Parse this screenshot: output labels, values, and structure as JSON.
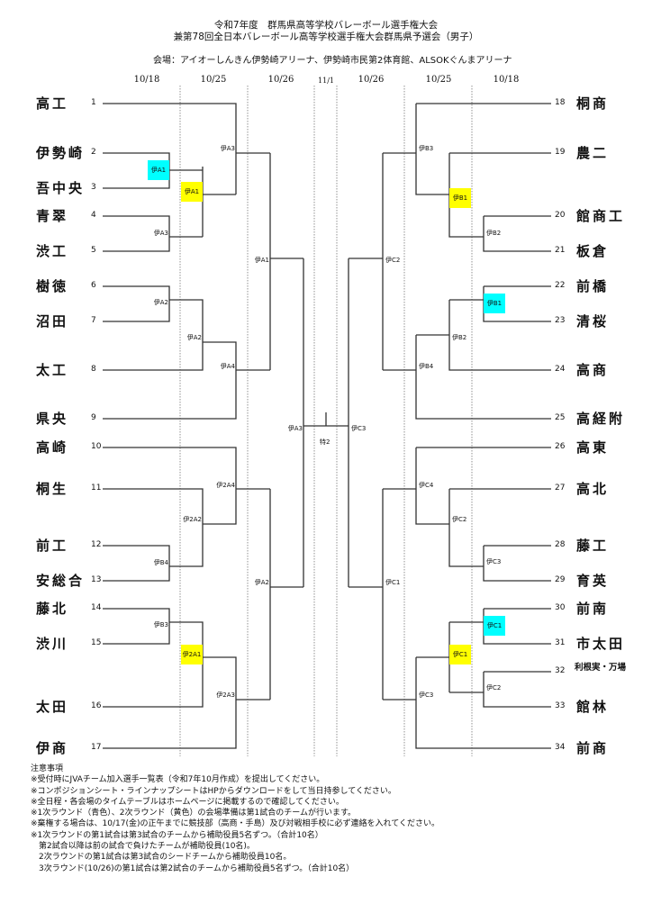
{
  "header": {
    "title_line1": "令和7年度　群馬県高等学校バレーボール選手権大会",
    "title_line2": "兼第78回全日本バレーボール高等学校選手権大会群馬県予選会（男子）",
    "venue": "会場：アイオーしんきん伊勢崎アリーナ、伊勢崎市民第2体育館、ALSOKぐんまアリーナ"
  },
  "dates": [
    "10/18",
    "10/25",
    "10/26",
    "11/1",
    "10/26",
    "10/25",
    "10/18"
  ],
  "colors": {
    "round1": "#00ffff",
    "round2": "#ffff00",
    "line": "#333333"
  },
  "left_teams": [
    {
      "no": "1",
      "name": "高工"
    },
    {
      "no": "2",
      "name": "伊勢崎"
    },
    {
      "no": "3",
      "name": "吾中央"
    },
    {
      "no": "4",
      "name": "青翠"
    },
    {
      "no": "5",
      "name": "渋工"
    },
    {
      "no": "6",
      "name": "樹徳"
    },
    {
      "no": "7",
      "name": "沼田"
    },
    {
      "no": "8",
      "name": "太工"
    },
    {
      "no": "9",
      "name": "県央"
    },
    {
      "no": "10",
      "name": "高崎"
    },
    {
      "no": "11",
      "name": "桐生"
    },
    {
      "no": "12",
      "name": "前工"
    },
    {
      "no": "13",
      "name": "安総合"
    },
    {
      "no": "14",
      "name": "藤北"
    },
    {
      "no": "15",
      "name": "渋川"
    },
    {
      "no": "16",
      "name": "太田"
    },
    {
      "no": "17",
      "name": "伊商"
    }
  ],
  "right_teams": [
    {
      "no": "18",
      "name": "桐商"
    },
    {
      "no": "19",
      "name": "農二"
    },
    {
      "no": "20",
      "name": "館商工"
    },
    {
      "no": "21",
      "name": "板倉"
    },
    {
      "no": "22",
      "name": "前橋"
    },
    {
      "no": "23",
      "name": "清桜"
    },
    {
      "no": "24",
      "name": "高商"
    },
    {
      "no": "25",
      "name": "高経附"
    },
    {
      "no": "26",
      "name": "高東"
    },
    {
      "no": "27",
      "name": "高北"
    },
    {
      "no": "28",
      "name": "藤工"
    },
    {
      "no": "29",
      "name": "育英"
    },
    {
      "no": "30",
      "name": "前南"
    },
    {
      "no": "31",
      "name": "市太田"
    },
    {
      "no": "32",
      "name": "利根実・万場"
    },
    {
      "no": "33",
      "name": "館林"
    },
    {
      "no": "34",
      "name": "前商"
    }
  ],
  "matches": [
    {
      "label": "伊A1",
      "highlight": "round1"
    },
    {
      "label": "伊A3",
      "highlight": null
    },
    {
      "label": "伊A1",
      "highlight": "round2"
    },
    {
      "label": "伊A3",
      "highlight": null
    },
    {
      "label": "伊A2",
      "highlight": null
    },
    {
      "label": "伊A2",
      "highlight": null
    },
    {
      "label": "伊A4",
      "highlight": null
    },
    {
      "label": "伊A1",
      "highlight": null
    },
    {
      "label": "伊B4",
      "highlight": null
    },
    {
      "label": "伊2A2",
      "highlight": null
    },
    {
      "label": "伊2A4",
      "highlight": null
    },
    {
      "label": "伊B3",
      "highlight": null
    },
    {
      "label": "伊2A1",
      "highlight": "round2"
    },
    {
      "label": "伊2A3",
      "highlight": null
    },
    {
      "label": "伊A2",
      "highlight": null
    },
    {
      "label": "伊A3",
      "highlight": null
    },
    {
      "label": "伊B3",
      "highlight": null
    },
    {
      "label": "伊B1",
      "highlight": "round2"
    },
    {
      "label": "伊B2",
      "highlight": null
    },
    {
      "label": "伊B1",
      "highlight": "round1"
    },
    {
      "label": "伊B2",
      "highlight": null
    },
    {
      "label": "伊B4",
      "highlight": null
    },
    {
      "label": "伊C2",
      "highlight": null
    },
    {
      "label": "伊C3",
      "highlight": null
    },
    {
      "label": "伊C4",
      "highlight": null
    },
    {
      "label": "伊C2",
      "highlight": null
    },
    {
      "label": "伊C3",
      "highlight": null
    },
    {
      "label": "伊C1",
      "highlight": "round1"
    },
    {
      "label": "伊C1",
      "highlight": "round2"
    },
    {
      "label": "伊C2",
      "highlight": null
    },
    {
      "label": "伊C3",
      "highlight": null
    },
    {
      "label": "伊C1",
      "highlight": null
    },
    {
      "label": "特2",
      "highlight": null
    }
  ],
  "notes": {
    "heading": "注意事項",
    "lines": [
      "※受付時にJVAチーム加入選手一覧表（令和7年10月作成）を提出してください。",
      "※コンポジションシート・ラインナップシートはHPからダウンロードをして当日持参してください。",
      "※全日程・各会場のタイムテーブルはホームページに掲載するので確認してください。",
      "※1次ラウンド（青色）、2次ラウンド（黄色）の会場準備は第1試合のチームが行います。",
      "※棄権する場合は、10/17(金)の正午までに競技部（高商・手島）及び対戦相手校に必ず連絡を入れてください。",
      "※1次ラウンドの第1試合は第3試合のチームから補助役員5名ずつ。（合計10名）",
      "　第2試合以降は前の試合で負けたチームが補助役員(10名)。",
      "　2次ラウンドの第1試合は第3試合のシードチームから補助役員10名。",
      "　3次ラウンド(10/26)の第1試合は第2試合のチームから補助役員5名ずつ。（合計10名）"
    ]
  }
}
